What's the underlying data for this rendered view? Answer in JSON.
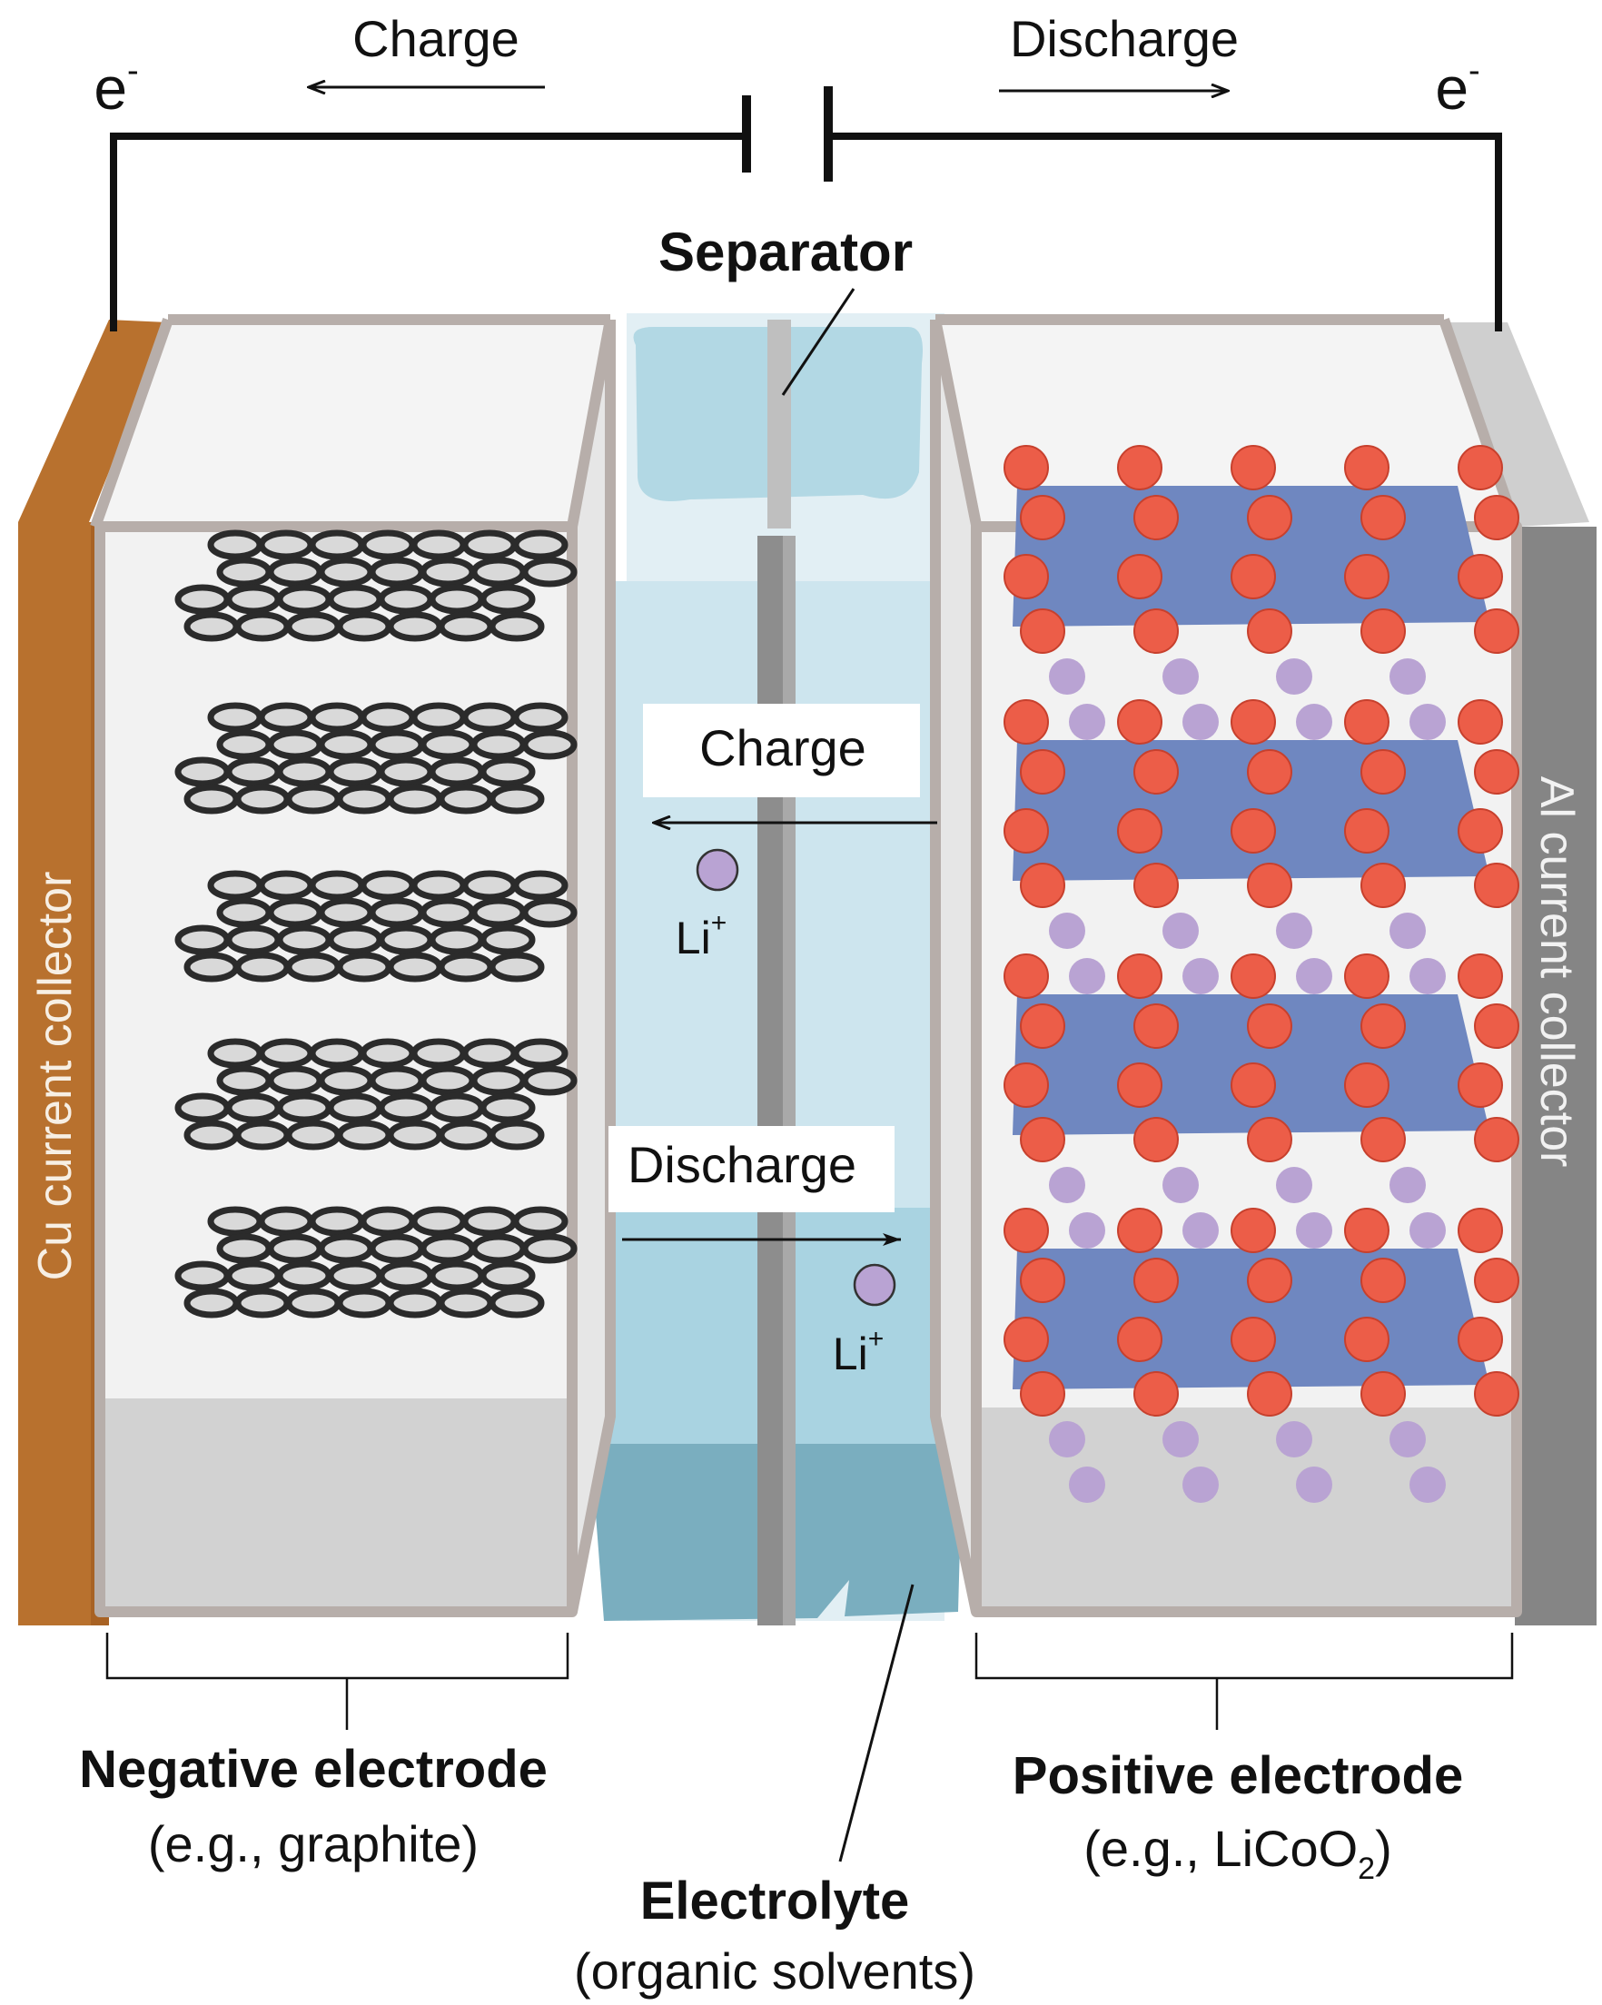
{
  "top": {
    "charge_label": "Charge",
    "discharge_label": "Discharge",
    "electron_left": "e",
    "electron_right": "e",
    "electron_sup": "-"
  },
  "separator": {
    "label": "Separator"
  },
  "middle": {
    "charge_label": "Charge",
    "discharge_label": "Discharge",
    "ion_base": "Li",
    "ion_sup": "+"
  },
  "collectors": {
    "left_label": "Cu current collector",
    "right_label": "Al current collector"
  },
  "negative": {
    "title": "Negative electrode",
    "subtitle": "(e.g., graphite)"
  },
  "positive": {
    "title": "Positive electrode",
    "subtitle_pre": "(e.g., LiCoO",
    "subtitle_sub": "2",
    "subtitle_post": ")"
  },
  "electrolyte": {
    "title": "Electrolyte",
    "subtitle": "(organic solvents)"
  },
  "colors": {
    "copper": "#b8712e",
    "aluminum": "#858585",
    "frame": "#b7aeaa",
    "electrolyte_light": "#cde5ee",
    "electrolyte_mid": "#a9d3e1",
    "electrolyte_dark": "#7aaebf",
    "oxygen": "#ec5d48",
    "cobalt_layer": "#6f87c0",
    "lithium": "#b9a3d3",
    "graphite": "#2b2b2b"
  }
}
